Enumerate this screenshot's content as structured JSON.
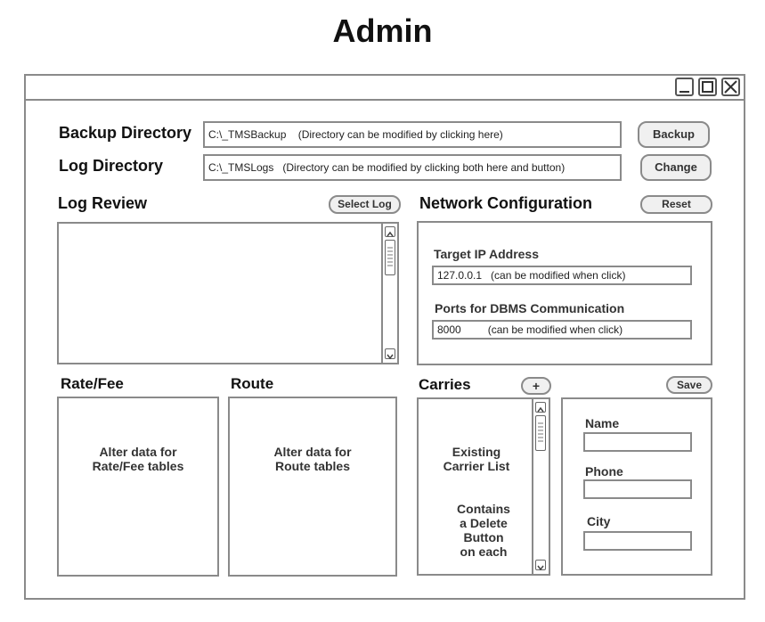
{
  "page": {
    "title": "Admin"
  },
  "backup": {
    "label": "Backup Directory",
    "path_value": "C:\\_TMSBackup    (Directory can be modified by clicking here)",
    "button": "Backup"
  },
  "log": {
    "label": "Log Directory",
    "path_value": "C:\\_TMSLogs   (Directory can be modified by clicking both here and button)",
    "button": "Change"
  },
  "log_review": {
    "label": "Log Review",
    "button": "Select Log"
  },
  "network": {
    "label": "Network Configuration",
    "reset_button": "Reset",
    "ip_label": "Target IP Address",
    "ip_value": "127.0.0.1   (can be modified when click)",
    "ports_label": "Ports for DBMS Communication",
    "ports_value": "8000         (can be modified when click)"
  },
  "rate_fee": {
    "label": "Rate/Fee",
    "text_line1": "Alter data for",
    "text_line2": "Rate/Fee tables"
  },
  "route": {
    "label": "Route",
    "text_line1": "Alter data for",
    "text_line2": "Route tables"
  },
  "carries": {
    "label": "Carries",
    "add_button": "+",
    "list_line1": "Existing",
    "list_line2": "Carrier List",
    "note_line1": "Contains",
    "note_line2": "a Delete",
    "note_line3": "Button",
    "note_line4": "on each"
  },
  "carrier_form": {
    "save_button": "Save",
    "name_label": "Name",
    "name_value": "",
    "phone_label": "Phone",
    "phone_value": "",
    "city_label": "City",
    "city_value": ""
  },
  "icons": {
    "minimize": "minimize-icon",
    "maximize": "maximize-icon",
    "close": "close-icon",
    "scroll_up": "chevron-up-icon",
    "scroll_down": "chevron-down-icon"
  }
}
